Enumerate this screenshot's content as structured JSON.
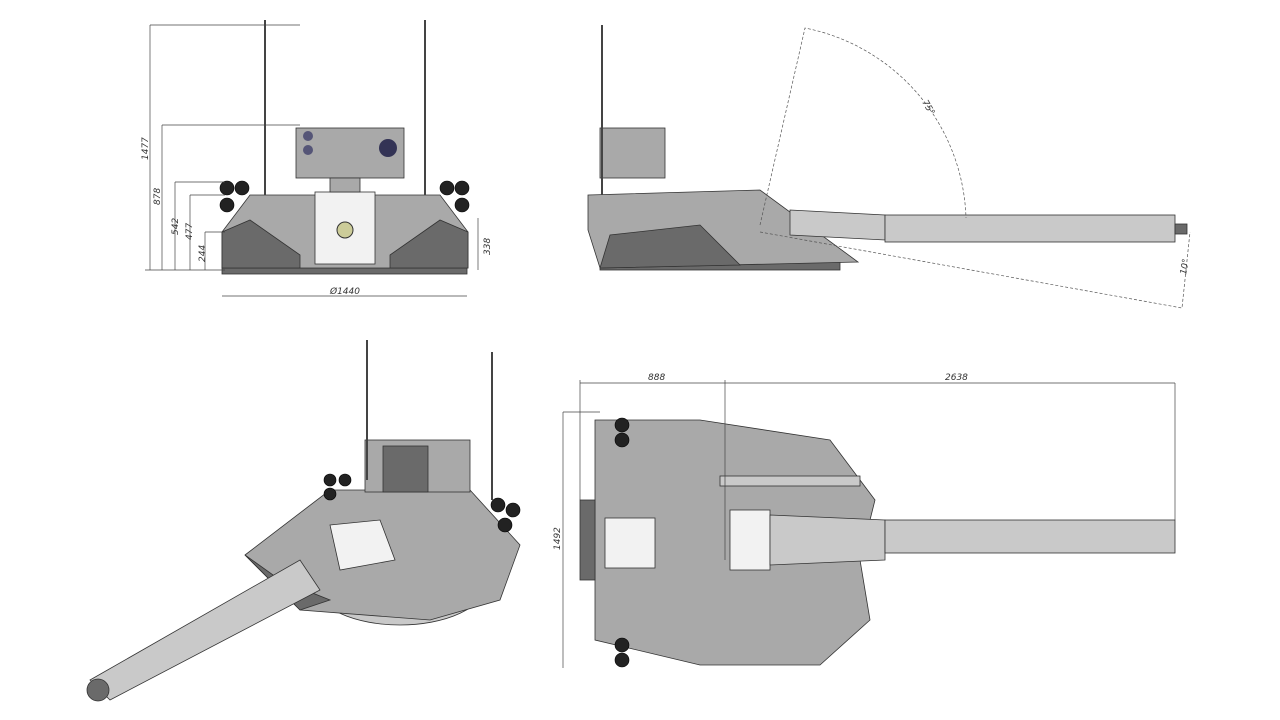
{
  "front_view": {
    "heights": [
      "1477",
      "878",
      "542",
      "477",
      "244"
    ],
    "side_height": "338",
    "diameter": "Ø1440"
  },
  "side_view": {
    "elevation_angle": "75°",
    "depression_angle": "10°"
  },
  "top_view": {
    "rear_length": "888",
    "barrel_length": "2638",
    "width": "1492"
  },
  "colors": {
    "armor": "#a9a9a9",
    "armor_dark": "#6a6a6a",
    "line": "#333333"
  }
}
